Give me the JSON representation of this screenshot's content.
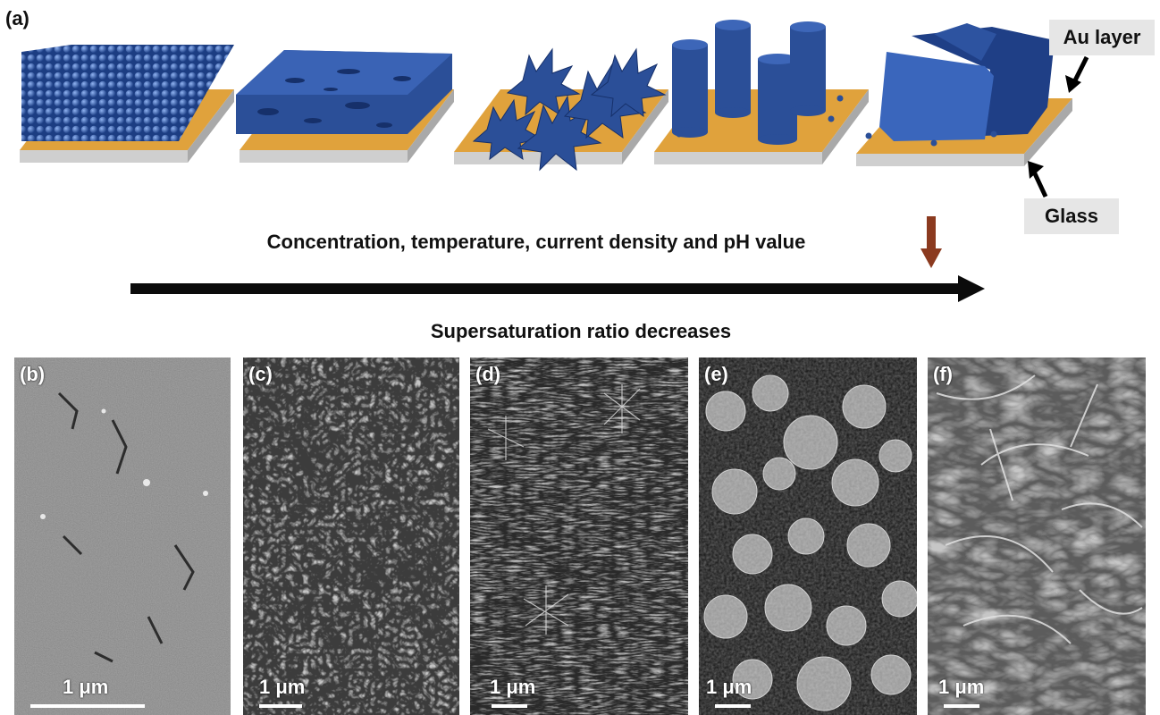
{
  "figure": {
    "panel_a_label": "(a)",
    "callouts": {
      "au_layer": "Au layer",
      "glass": "Glass"
    },
    "arrow_caption_top": "Concentration, temperature, current density and pH value",
    "arrow_caption_bottom": "Supersaturation ratio decreases",
    "colors": {
      "gold": "#e0a23c",
      "blue": "#2a4f96",
      "glass": "#c9c9c9",
      "brown_arrow": "#8b3a1f"
    },
    "sem_panels": [
      {
        "label": "(b)",
        "scale": "1 μm"
      },
      {
        "label": "(c)",
        "scale": "1 μm"
      },
      {
        "label": "(d)",
        "scale": "1 μm"
      },
      {
        "label": "(e)",
        "scale": "1 μm"
      },
      {
        "label": "(f)",
        "scale": "1 μm"
      }
    ]
  }
}
